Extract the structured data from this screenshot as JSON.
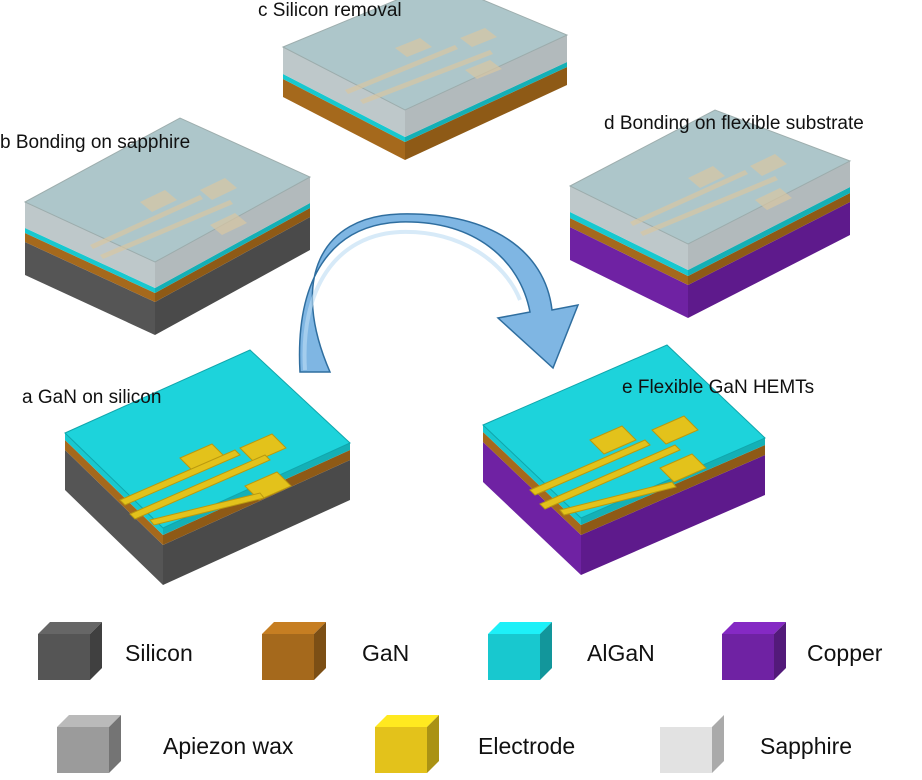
{
  "steps": {
    "a": "a GaN on silicon",
    "b": "b Bonding on sapphire",
    "c": "c Silicon removal",
    "d": "d Bonding on flexible substrate",
    "e": "e Flexible GaN HEMTs"
  },
  "legend": [
    {
      "label": "Silicon",
      "color": "#555555"
    },
    {
      "label": "GaN",
      "color": "#a5691c"
    },
    {
      "label": "AlGaN",
      "color": "#18c8cf"
    },
    {
      "label": "Copper",
      "color": "#6f22a3"
    },
    {
      "label": "Apiezon wax",
      "color": "#9b9b9b"
    },
    {
      "label": "Electrode",
      "color": "#e3c21b"
    },
    {
      "label": "Sapphire",
      "color": "#e2e2e2"
    }
  ],
  "colors": {
    "silicon": "#555555",
    "gan": "#a5691c",
    "algan": "#18c8cf",
    "copper": "#6f22a3",
    "wax": "#9b9b9b",
    "electrode": "#e3c21b",
    "sapphire": "#e2e2e2",
    "arrow": "#5a9fd6"
  }
}
